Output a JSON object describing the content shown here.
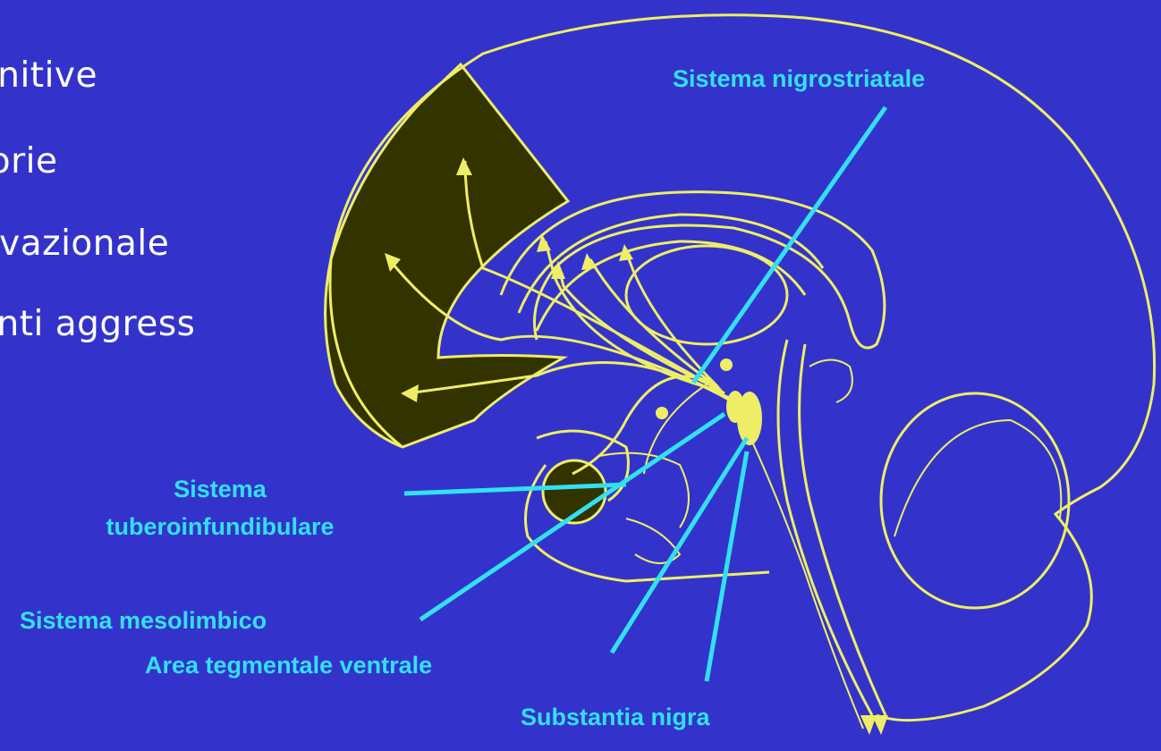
{
  "slide": {
    "background_color": "#3333CC",
    "bullets": [
      "gnitive",
      "torie",
      "tivazionale",
      "enti aggress"
    ]
  },
  "labels": {
    "nigrostriatale": "Sistema nigrostriatale",
    "tubero_line1": "Sistema",
    "tubero_line2": "tuberoinfundibulare",
    "mesolimbico": "Sistema mesolimbico",
    "vta": "Area tegmentale ventrale",
    "substantia_nigra": "Substantia nigra"
  },
  "colors": {
    "outline": "#EEEE66",
    "label": "#33E0F0",
    "shaded_region": "#333300",
    "text": "#FFFFFF"
  }
}
